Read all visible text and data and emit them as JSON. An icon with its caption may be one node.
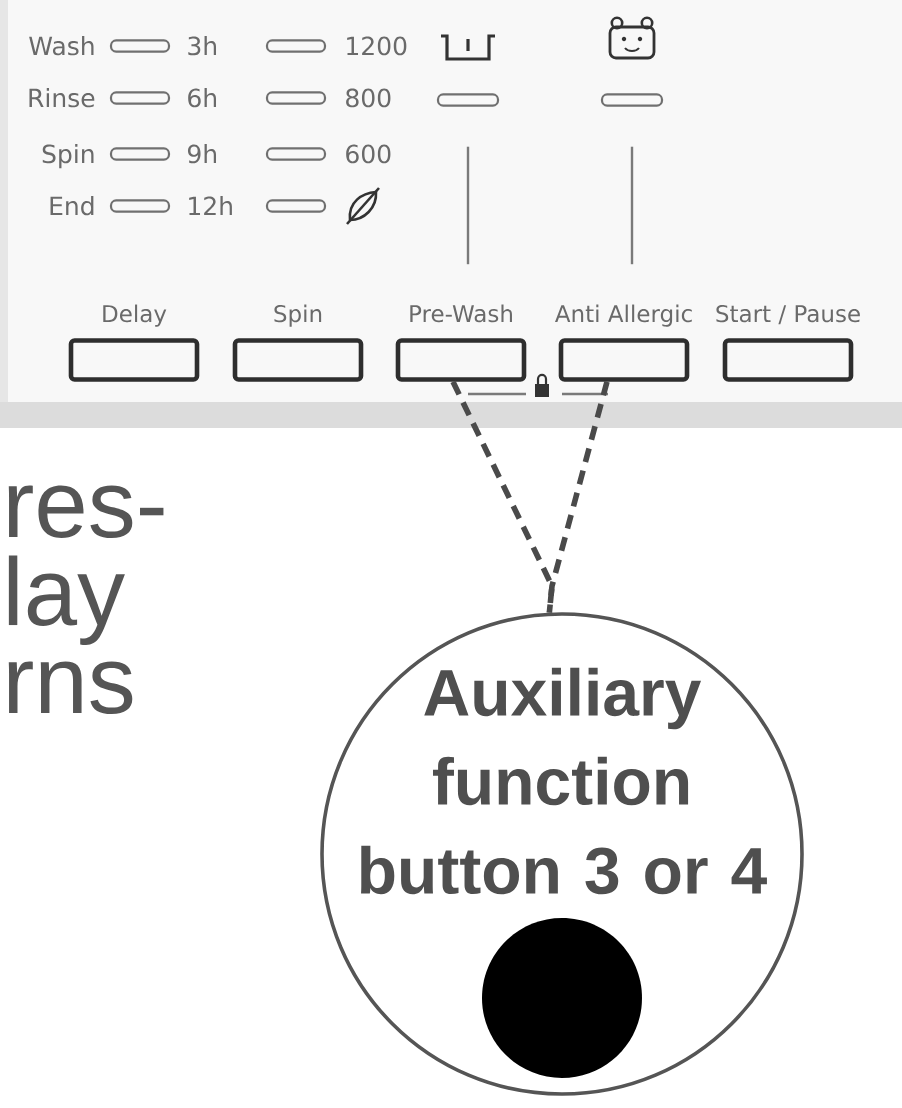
{
  "diagram": {
    "nodes": [
      {
        "text": [],
        "shape": "bar"
      },
      {
        "text": [],
        "shape": "bar"
      },
      {
        "text": [
          "Delay"
        ]
      },
      {
        "text": [
          "Spin"
        ]
      },
      {
        "text": [
          "Pre-Wash"
        ]
      },
      {
        "text": [
          "Anti Allergic"
        ]
      },
      {
        "text": [
          "Start / Pause"
        ]
      },
      {
        "text": [
          "Auxiliary function button 3 or 4"
        ]
      }
    ],
    "edges": [
      {
        "from": 0,
        "to": 4,
        "arrow": "none"
      },
      {
        "from": 1,
        "to": 5,
        "arrow": "none"
      },
      {
        "from": 4,
        "to": 7,
        "arrow": "none",
        "style": "dashed"
      },
      {
        "from": 5,
        "to": 7,
        "arrow": "none",
        "style": "dashed"
      }
    ],
    "labels": [
      "Wash",
      "3h",
      "1200",
      "Rinse",
      "6h",
      "800",
      "Spin",
      "9h",
      "600",
      "End",
      "12h",
      "res- lay rns"
    ]
  }
}
